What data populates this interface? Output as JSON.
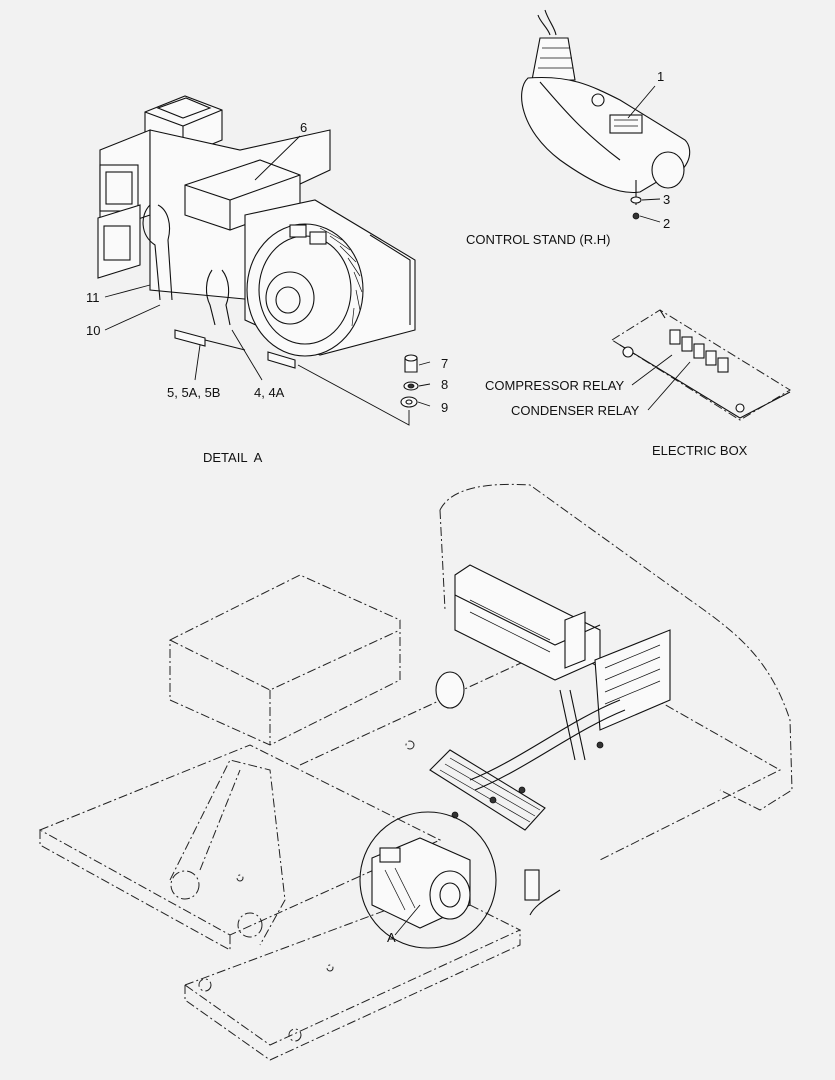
{
  "detail_a": {
    "title": "DETAIL  A",
    "callouts": {
      "p6": "6",
      "p11": "11",
      "p10": "10",
      "p5": "5, 5A, 5B",
      "p4": "4, 4A",
      "p7": "7",
      "p8": "8",
      "p9": "9"
    }
  },
  "control_stand": {
    "title": "CONTROL STAND (R.H)",
    "callouts": {
      "p1": "1",
      "p2": "2",
      "p3": "3"
    }
  },
  "electric_box": {
    "title": "ELECTRIC BOX",
    "compressor_relay": "COMPRESSOR RELAY",
    "condenser_relay": "CONDENSER RELAY"
  },
  "main_view": {
    "detail_marker": "A"
  }
}
